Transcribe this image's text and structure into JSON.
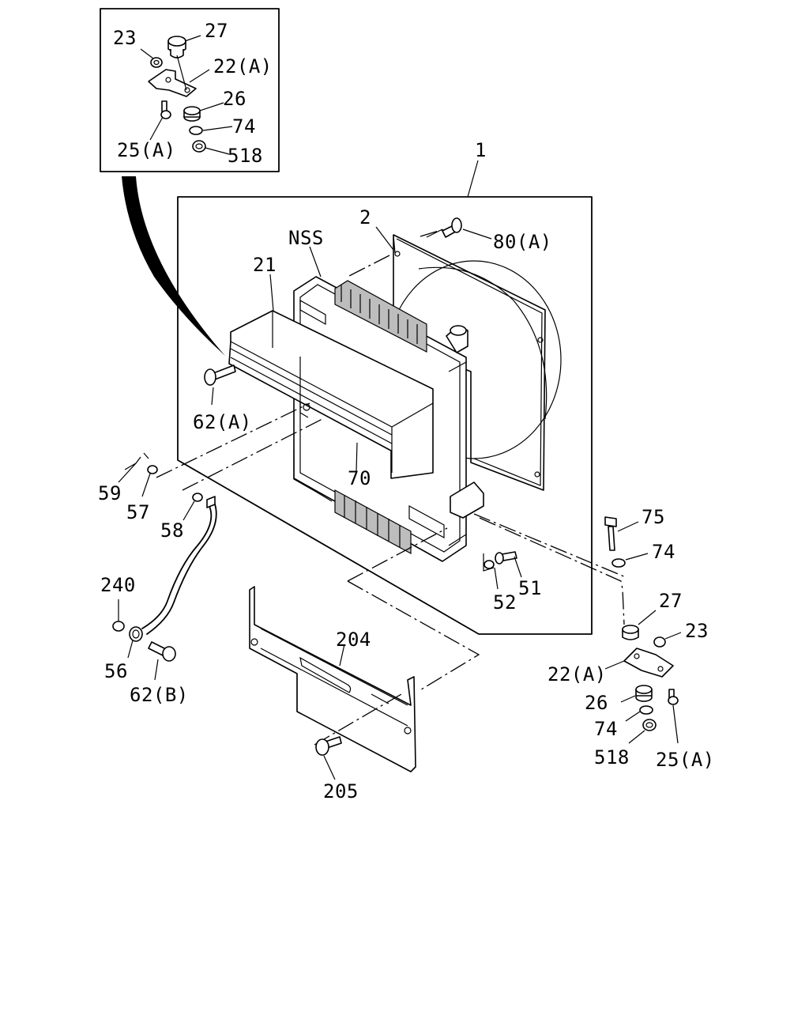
{
  "labels": {
    "l1": "1",
    "l2": "2",
    "l21": "21",
    "lnss": "NSS",
    "l80a": "80(A)",
    "l62a": "62(A)",
    "l70": "70",
    "l59": "59",
    "l57": "57",
    "l58": "58",
    "l240": "240",
    "l56": "56",
    "l62b": "62(B)",
    "l204": "204",
    "l205": "205",
    "l75": "75",
    "l74r": "74",
    "l52": "52",
    "l51": "51",
    "l27r": "27",
    "l23r": "23",
    "l22ar": "22(A)",
    "l26r": "26",
    "l74r2": "74",
    "l518r": "518",
    "l25ar": "25(A)",
    "l23i": "23",
    "l27i": "27",
    "l22ai": "22(A)",
    "l26i": "26",
    "l74i": "74",
    "l25ai": "25(A)",
    "l518i": "518"
  }
}
